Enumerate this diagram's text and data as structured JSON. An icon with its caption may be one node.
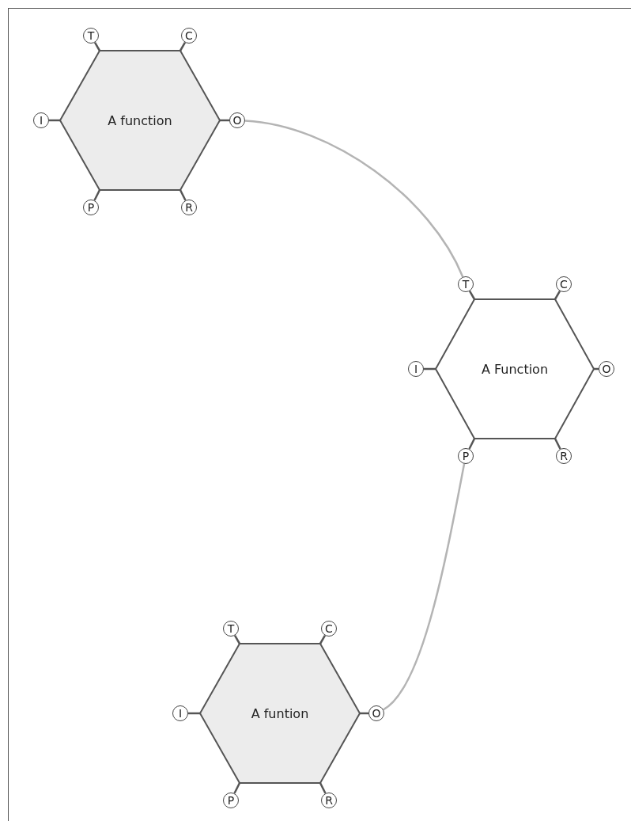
{
  "diagram": {
    "nodes": [
      {
        "text": [
          "A function"
        ]
      },
      {
        "text": [
          "T"
        ]
      },
      {
        "text": [
          "C"
        ]
      },
      {
        "text": [
          "I"
        ]
      },
      {
        "text": [
          "O"
        ]
      },
      {
        "text": [
          "P"
        ]
      },
      {
        "text": [
          "R"
        ]
      },
      {
        "text": [
          "A Function"
        ]
      },
      {
        "text": [
          "T"
        ]
      },
      {
        "text": [
          "C"
        ]
      },
      {
        "text": [
          "I"
        ]
      },
      {
        "text": [
          "O"
        ]
      },
      {
        "text": [
          "P"
        ]
      },
      {
        "text": [
          "R"
        ]
      },
      {
        "text": [
          "A funtion"
        ]
      },
      {
        "text": [
          "T"
        ]
      },
      {
        "text": [
          "C"
        ]
      },
      {
        "text": [
          "I"
        ]
      },
      {
        "text": [
          "O"
        ]
      },
      {
        "text": [
          "P"
        ]
      },
      {
        "text": [
          "R"
        ]
      }
    ],
    "edges": [
      {
        "from": 4,
        "to": 8,
        "arrow": "none",
        "color": "#b4b4b4"
      },
      {
        "from": 18,
        "to": 12,
        "arrow": "none",
        "color": "#b4b4b4"
      },
      {
        "from": 1,
        "to": 0,
        "arrow": "none"
      },
      {
        "from": 2,
        "to": 0,
        "arrow": "none"
      },
      {
        "from": 3,
        "to": 0,
        "arrow": "none"
      },
      {
        "from": 4,
        "to": 0,
        "arrow": "none"
      },
      {
        "from": 5,
        "to": 0,
        "arrow": "none"
      },
      {
        "from": 6,
        "to": 0,
        "arrow": "none"
      },
      {
        "from": 8,
        "to": 7,
        "arrow": "none"
      },
      {
        "from": 9,
        "to": 7,
        "arrow": "none"
      },
      {
        "from": 10,
        "to": 7,
        "arrow": "none"
      },
      {
        "from": 11,
        "to": 7,
        "arrow": "none"
      },
      {
        "from": 12,
        "to": 7,
        "arrow": "none"
      },
      {
        "from": 13,
        "to": 7,
        "arrow": "none"
      },
      {
        "from": 15,
        "to": 14,
        "arrow": "none"
      },
      {
        "from": 16,
        "to": 14,
        "arrow": "none"
      },
      {
        "from": 17,
        "to": 14,
        "arrow": "none"
      },
      {
        "from": 18,
        "to": 14,
        "arrow": "none"
      },
      {
        "from": 19,
        "to": 14,
        "arrow": "none"
      },
      {
        "from": 20,
        "to": 14,
        "arrow": "none"
      }
    ]
  }
}
